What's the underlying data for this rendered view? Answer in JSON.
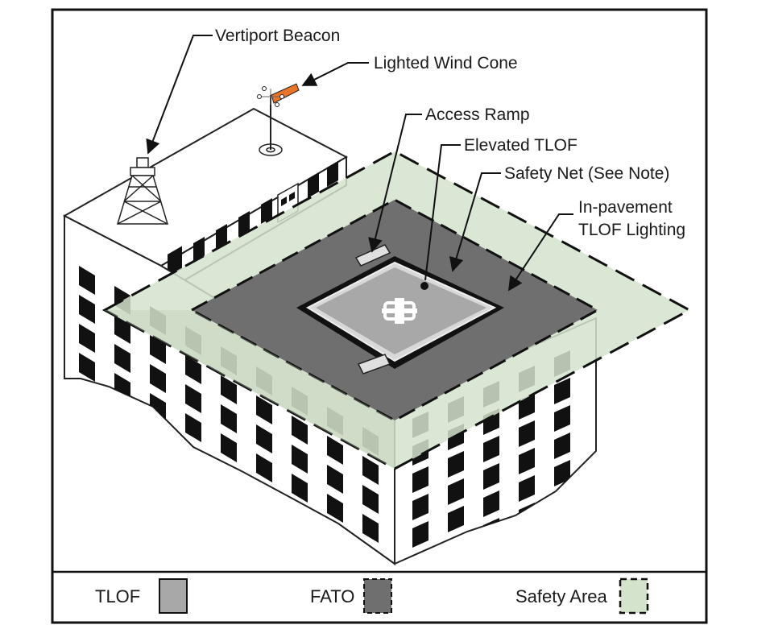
{
  "labels": {
    "vertiport_beacon": "Vertiport Beacon",
    "lighted_wind_cone": "Lighted Wind Cone",
    "access_ramp": "Access Ramp",
    "elevated_tlof": "Elevated TLOF",
    "safety_net": "Safety Net (See Note)",
    "in_pavement_line1": "In-pavement",
    "in_pavement_line2": "TLOF Lighting"
  },
  "legend": {
    "tlof": "TLOF",
    "fato": "FATO",
    "safety_area": "Safety Area"
  },
  "colors": {
    "tlof": "#a8a8a8",
    "fato": "#6f6f6f",
    "safety_area": "#d3e3cc",
    "wind_cone": "#e8742a",
    "frame": "#111111"
  }
}
